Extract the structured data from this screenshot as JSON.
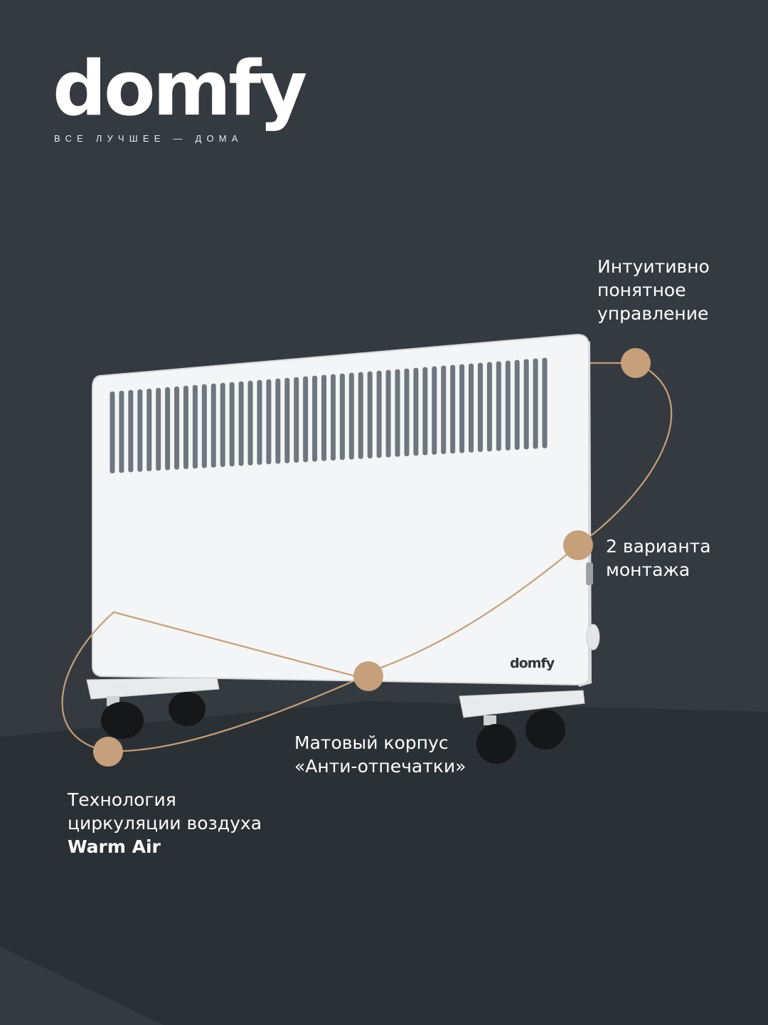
{
  "brand": {
    "logo_text": "domfy",
    "tagline": "ВСЕ ЛУЧШЕЕ — ДОМА"
  },
  "features": {
    "control": [
      "Интуитивно",
      "понятное",
      "управление"
    ],
    "mounting": [
      "2 варианта",
      "монтажа"
    ],
    "matte": [
      "Матовый корпус",
      "«Анти-отпечатки»"
    ],
    "air": [
      "Технология",
      "циркуляции воздуха",
      "Warm Air"
    ]
  },
  "product": {
    "panel_logo": "domfy"
  },
  "colors": {
    "background": "#343a40",
    "accent": "#c5a07a",
    "text": "#ffffff"
  }
}
